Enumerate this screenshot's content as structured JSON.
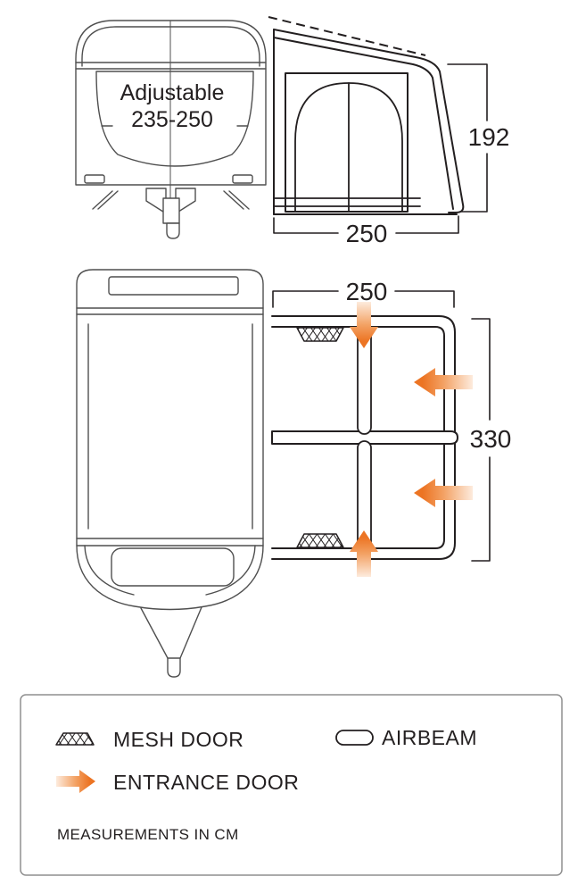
{
  "side_view": {
    "caravan_label": {
      "line1": "Adjustable",
      "line2": "235-250"
    },
    "height_cm": "192",
    "depth_cm": "250"
  },
  "plan_view": {
    "depth_cm": "250",
    "length_cm": "330"
  },
  "legend": {
    "items": [
      {
        "label": "MESH DOOR",
        "icon": "mesh-door-icon"
      },
      {
        "label": "AIRBEAM",
        "icon": "airbeam-icon"
      },
      {
        "label": "ENTRANCE DOOR",
        "icon": "entrance-door-arrow-icon"
      }
    ],
    "note": "MEASUREMENTS IN CM"
  },
  "colors": {
    "accent_orange": "#EC7423",
    "accent_orange_mid": "#F3A163",
    "accent_orange_faint": "#FDEBDD",
    "line_dark": "#231F20",
    "line_gray": "#4F4F4F",
    "legend_border": "#8F8F8F"
  }
}
